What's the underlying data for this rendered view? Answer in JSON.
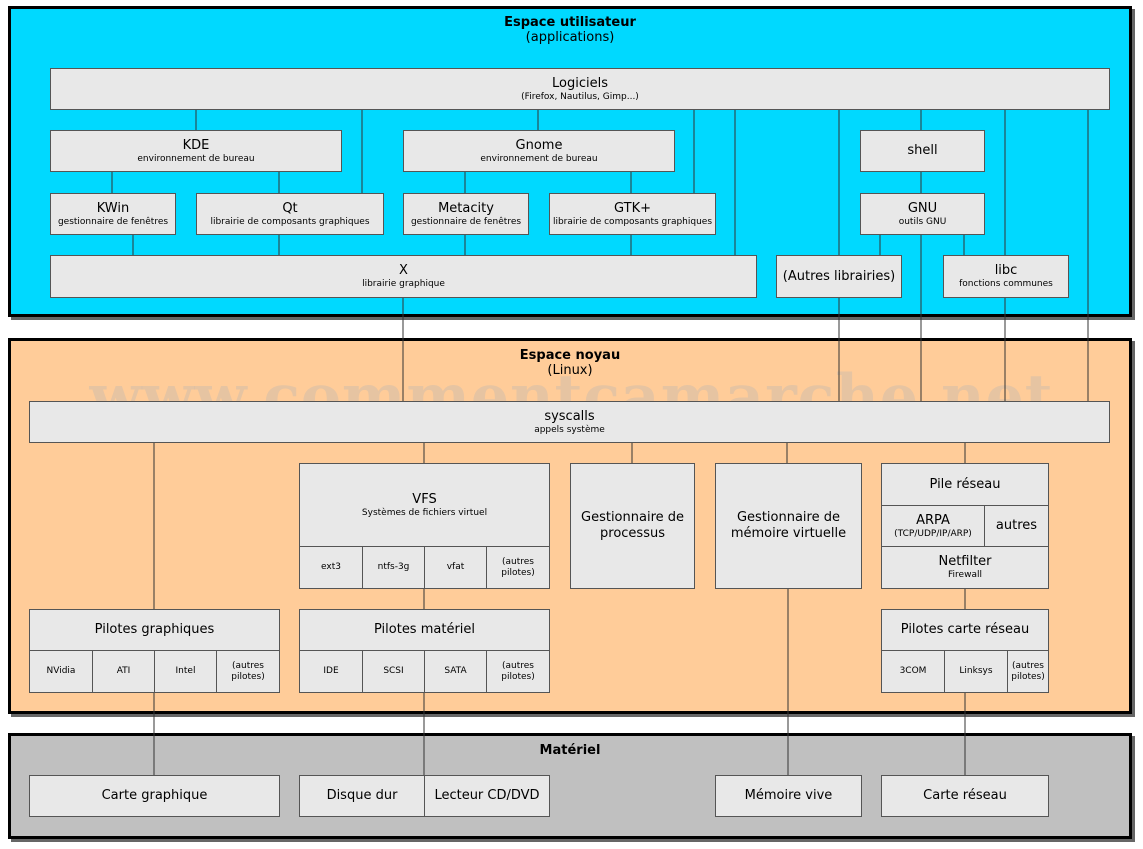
{
  "user_space": {
    "title": "Espace utilisateur",
    "subtitle": "(applications)",
    "color": "#00d9ff"
  },
  "kernel_space": {
    "title": "Espace noyau",
    "subtitle": "(Linux)",
    "color": "#ffcc99"
  },
  "hardware": {
    "title": "Matériel",
    "color": "#c0c0c0"
  },
  "watermark": "www.commentcamarche.net",
  "boxes": {
    "logiciels": {
      "title": "Logiciels",
      "sub": "(Firefox, Nautilus, Gimp...)"
    },
    "kde": {
      "title": "KDE",
      "sub": "environnement de bureau"
    },
    "gnome": {
      "title": "Gnome",
      "sub": "environnement de bureau"
    },
    "shell": {
      "title": "shell"
    },
    "kwin": {
      "title": "KWin",
      "sub": "gestionnaire de fenêtres"
    },
    "qt": {
      "title": "Qt",
      "sub": "librairie de composants graphiques"
    },
    "metacity": {
      "title": "Metacity",
      "sub": "gestionnaire de fenêtres"
    },
    "gtk": {
      "title": "GTK+",
      "sub": "librairie de composants graphiques"
    },
    "gnu": {
      "title": "GNU",
      "sub": "outils GNU"
    },
    "x": {
      "title": "X",
      "sub": "librairie graphique"
    },
    "autres_lib": {
      "title": "(Autres librairies)"
    },
    "libc": {
      "title": "libc",
      "sub": "fonctions communes"
    },
    "syscalls": {
      "title": "syscalls",
      "sub": "appels système"
    },
    "vfs": {
      "title": "VFS",
      "sub": "Systèmes de fichiers virtuel",
      "cells": [
        "ext3",
        "ntfs-3g",
        "vfat",
        "(autres pilotes)"
      ]
    },
    "processus": {
      "title": "Gestionnaire de processus"
    },
    "memoire_virt": {
      "title": "Gestionnaire de mémoire virtuelle"
    },
    "pile": {
      "title": "Pile réseau"
    },
    "arpa": {
      "title": "ARPA",
      "sub": "(TCP/UDP/IP/ARP)"
    },
    "autres": {
      "title": "autres"
    },
    "netfilter": {
      "title": "Netfilter",
      "sub": "Firewall"
    },
    "pil_graph": {
      "title": "Pilotes graphiques",
      "cells": [
        "NVidia",
        "ATI",
        "Intel",
        "(autres pilotes)"
      ]
    },
    "pil_mat": {
      "title": "Pilotes matériel",
      "cells": [
        "IDE",
        "SCSI",
        "SATA",
        "(autres pilotes)"
      ]
    },
    "pil_reseau": {
      "title": "Pilotes carte réseau",
      "cells": [
        "3COM",
        "Linksys",
        "(autres pilotes)"
      ]
    },
    "carte_graph": {
      "title": "Carte graphique"
    },
    "disque": {
      "title": "Disque dur"
    },
    "cdrom": {
      "title": "Lecteur CD/DVD"
    },
    "ram": {
      "title": "Mémoire vive"
    },
    "carte_reseau": {
      "title": "Carte réseau"
    }
  }
}
